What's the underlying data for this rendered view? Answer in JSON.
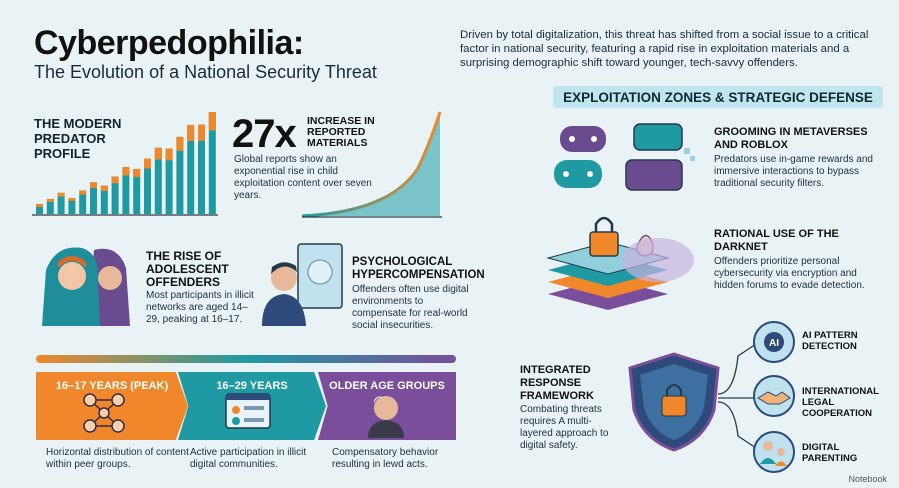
{
  "header": {
    "title": "Cyberpedophilia:",
    "subtitle": "The Evolution of a National Security Threat",
    "intro": "Driven by total digitalization, this threat has shifted from a social issue to a critical factor in national security, featuring a rapid rise in exploitation materials and a surprising demographic shift toward younger, tech-savvy offenders."
  },
  "profile": {
    "title": "THE MODERN PREDATOR PROFILE",
    "stat_number": "27x",
    "stat_label": "INCREASE IN REPORTED MATERIALS",
    "stat_desc": "Global reports show an exponential rise in child exploitation content over seven years."
  },
  "adolescent": {
    "title": "THE RISE OF ADOLESCENT OFFENDERS",
    "desc": "Most participants in illicit networks are aged 14–29, peaking at 16–17."
  },
  "psych": {
    "title": "PSYCHOLOGICAL HYPERCOMPENSATION",
    "desc": "Offenders often use digital environments to compensate for real-world social insecurities."
  },
  "ages": [
    {
      "label": "16–17 YEARS (PEAK)",
      "desc": "Horizontal distribution of content within peer groups.",
      "color": "#f0882b"
    },
    {
      "label": "16–29 YEARS",
      "desc": "Active participation in illicit digital communities.",
      "color": "#1f9aa3"
    },
    {
      "label": "OLDER AGE GROUPS",
      "desc": "Compensatory behavior resulting in lewd acts.",
      "color": "#7a4e9a"
    }
  ],
  "zones": {
    "banner": "EXPLOITATION ZONES & STRATEGIC DEFENSE",
    "metaverse_title": "GROOMING IN METAVERSES AND ROBLOX",
    "metaverse_desc": "Predators use in-game rewards and immersive interactions to bypass traditional security filters.",
    "darknet_title": "RATIONAL USE OF THE DARKNET",
    "darknet_desc": "Offenders prioritize personal cybersecurity via encryption and hidden forums to evade detection."
  },
  "response": {
    "title": "INTEGRATED RESPONSE FRAMEWORK",
    "desc": "Combating threats requires A multi-layered approach to digital safety.",
    "items": [
      "AI PATTERN DETECTION",
      "INTERNATIONAL LEGAL COOPERATION",
      "DIGITAL PARENTING"
    ],
    "ai_badge": "AI"
  },
  "footer": "Notebook",
  "colors": {
    "orange": "#f0882b",
    "teal": "#1f9aa3",
    "purple": "#7a4e9a",
    "navy": "#2d4a7a"
  }
}
